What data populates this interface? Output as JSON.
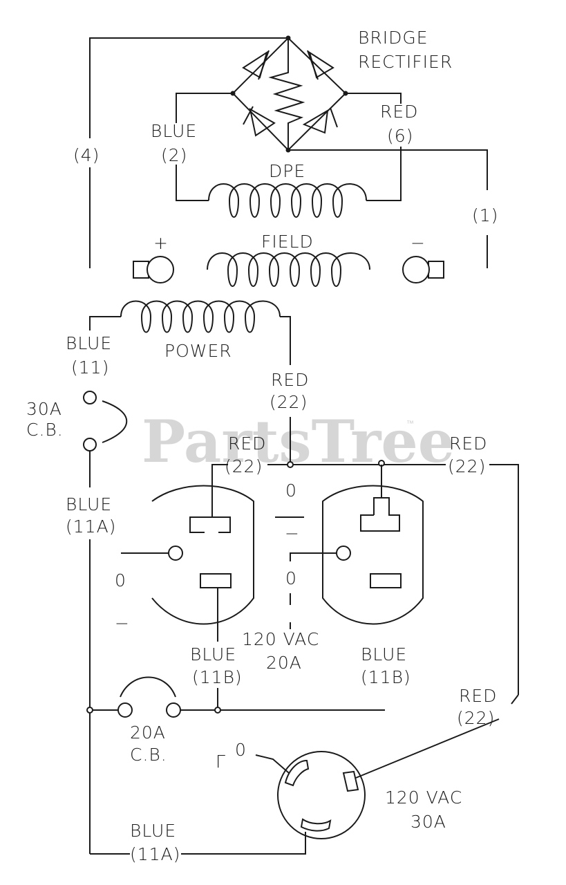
{
  "watermark": {
    "text": "PartsTree",
    "tm": "™"
  },
  "rectifier": {
    "line1": "BRIDGE",
    "line2": "RECTIFIER"
  },
  "labels": {
    "wire_4": "(4)",
    "blue_2_color": "BLUE",
    "blue_2_num": "(2)",
    "red_6_color": "RED",
    "red_6_num": "(6)",
    "dpe": "DPE",
    "wire_1": "(1)",
    "field": "FIELD",
    "field_plus": "+",
    "field_minus": "−",
    "power": "POWER",
    "blue_11_color": "BLUE",
    "blue_11_num": "(11)",
    "red_22_top_color": "RED",
    "red_22_top_num": "(22)",
    "cb30_line1": "30A",
    "cb30_line2": "C.B.",
    "red_22_left_color": "RED",
    "red_22_left_num": "(22)",
    "red_22_right_color": "RED",
    "red_22_right_num": "(22)",
    "blue_11a_color": "BLUE",
    "blue_11a_num": "(11A)",
    "zero_center_1": "0",
    "zero_center_2": "0",
    "zero_left": "0",
    "dash_left": "−",
    "dash_center": "−",
    "vac120_20_line1": "120 VAC",
    "vac120_20_line2": "20A",
    "blue_11b_left_color": "BLUE",
    "blue_11b_left_num": "(11B)",
    "blue_11b_right_color": "BLUE",
    "blue_11b_right_num": "(11B)",
    "cb20_line1": "20A",
    "cb20_line2": "C.B.",
    "red_22_low_color": "RED",
    "red_22_low_num": "(22)",
    "gnd_zero": "0",
    "gnd_mark": "Γ",
    "vac120_30_line1": "120 VAC",
    "vac120_30_line2": "30A",
    "blue_11a_bottom_color": "BLUE",
    "blue_11a_bottom_num": "(11A)"
  }
}
